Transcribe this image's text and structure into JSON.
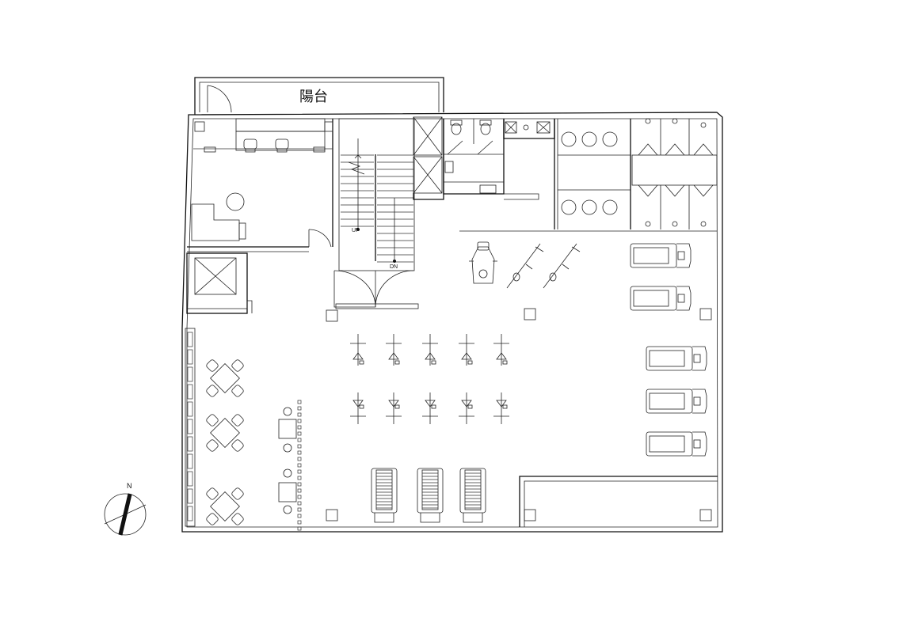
{
  "labels": {
    "balcony": "陽台",
    "stair_up": "UP",
    "stair_down": "DN",
    "north": "N"
  },
  "icons": [
    "north-arrow-icon",
    "treadmill-icon",
    "spin-bike-icon",
    "elliptical-icon",
    "rowing-machine-icon",
    "toilet-icon",
    "chair-icon"
  ]
}
